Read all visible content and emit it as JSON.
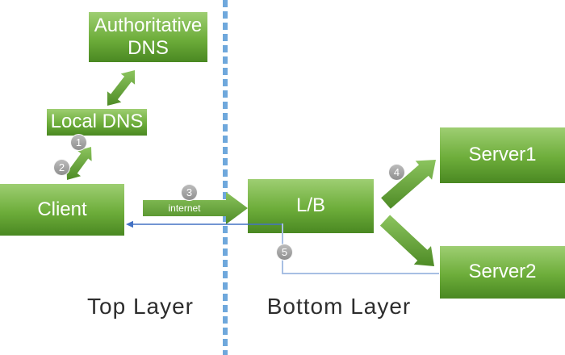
{
  "colors": {
    "box_green_top": "#9ECE72",
    "box_green_mid": "#6DAD3A",
    "box_green_bottom": "#4A8822",
    "arrow_green_light": "#8CC45E",
    "arrow_green_dark": "#4E8B26",
    "divider_blue": "#6FA8DC",
    "connector_blue": "#4472C4",
    "connector_light_blue": "#A7BFE3",
    "badge_gray": "#A6A6A6",
    "label_text": "#2D2D2D",
    "box_text": "#FFFFFF"
  },
  "diagram": {
    "nodes": [
      {
        "id": "authoritative-dns",
        "label": "Authoritative DNS"
      },
      {
        "id": "local-dns",
        "label": "Local DNS"
      },
      {
        "id": "client",
        "label": "Client"
      },
      {
        "id": "lb",
        "label": "L/B"
      },
      {
        "id": "server1",
        "label": "Server1"
      },
      {
        "id": "server2",
        "label": "Server2"
      }
    ],
    "badges": [
      "1",
      "2",
      "3",
      "4",
      "5"
    ],
    "edge_label": "internet",
    "layer_labels": {
      "top": "Top Layer",
      "bottom": "Bottom Layer"
    }
  }
}
